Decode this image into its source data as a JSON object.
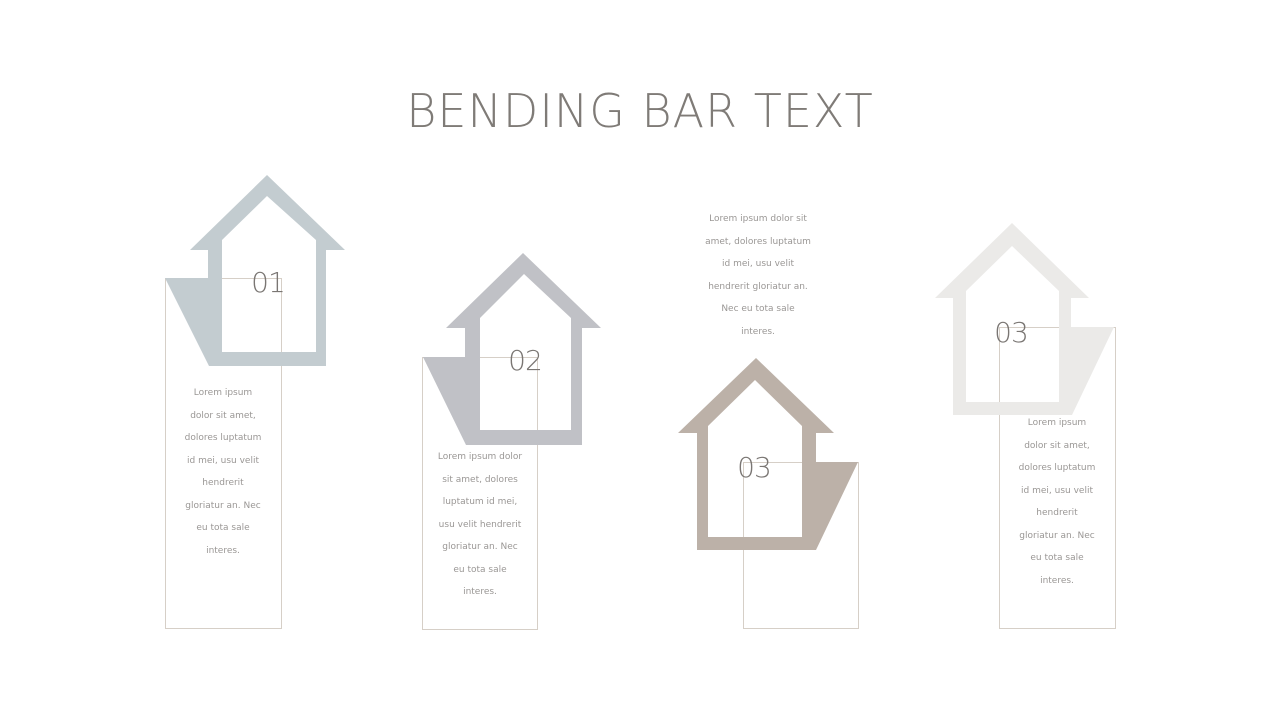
{
  "title": "BENDING BAR TEXT",
  "colors": {
    "house1": "#c3ccd0",
    "house2": "#c0c1c6",
    "house3": "#bcb1a8",
    "house4": "#ebeae8",
    "box_border": "#d6cfc7",
    "title": "#7f7b77"
  },
  "items": [
    {
      "number": "01",
      "text": "Lorem ipsum dolor sit amet, dolores luptatum id mei, usu velit hendrerit gloriatur an. Nec eu tota sale interes."
    },
    {
      "number": "02",
      "text": "Lorem ipsum dolor sit amet, dolores luptatum id mei, usu velit hendrerit gloriatur an. Nec eu tota sale interes."
    },
    {
      "number": "03",
      "text": "Lorem ipsum dolor sit amet, dolores luptatum id mei, usu velit hendrerit gloriatur an. Nec eu tota sale interes."
    },
    {
      "number": "03",
      "text": "Lorem ipsum dolor sit amet, dolores luptatum id mei, usu velit hendrerit gloriatur an. Nec eu tota sale interes."
    }
  ]
}
